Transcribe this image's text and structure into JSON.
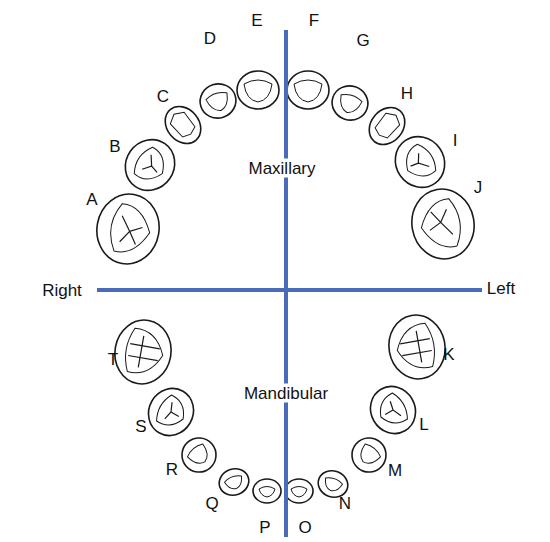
{
  "diagram": {
    "labels": [
      "E",
      "F",
      "D",
      "G",
      "C",
      "H",
      "B",
      "I",
      "A",
      "J",
      "Maxillary",
      "Right",
      "Left",
      "T",
      "K",
      "Mandibular",
      "S",
      "L",
      "R",
      "M",
      "Q",
      "N",
      "P",
      "O"
    ]
  }
}
